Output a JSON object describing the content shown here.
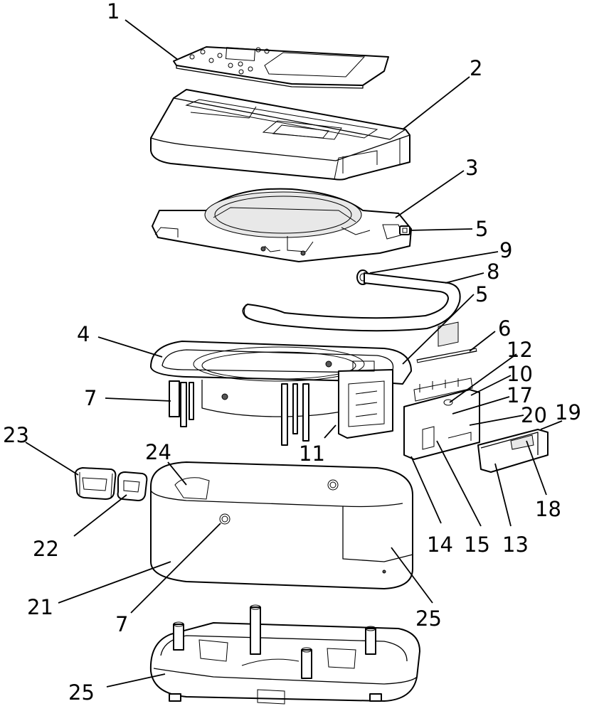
{
  "figure": {
    "background_color": "#ffffff",
    "line_color": "#000000",
    "parts": [
      {
        "id": "part-1"
      },
      {
        "id": "part-2"
      },
      {
        "id": "part-3"
      },
      {
        "id": "part-5-upper"
      },
      {
        "id": "part-9"
      },
      {
        "id": "part-8"
      },
      {
        "id": "part-4"
      },
      {
        "id": "part-6"
      },
      {
        "id": "part-10"
      },
      {
        "id": "part-13"
      },
      {
        "id": "part-23"
      },
      {
        "id": "part-22"
      },
      {
        "id": "part-21"
      },
      {
        "id": "part-25-base"
      }
    ]
  },
  "callouts": [
    {
      "id": "c1",
      "label": "1"
    },
    {
      "id": "c2",
      "label": "2"
    },
    {
      "id": "c3",
      "label": "3"
    },
    {
      "id": "c5a",
      "label": "5"
    },
    {
      "id": "c9",
      "label": "9"
    },
    {
      "id": "c8",
      "label": "8"
    },
    {
      "id": "c5b",
      "label": "5"
    },
    {
      "id": "c4",
      "label": "4"
    },
    {
      "id": "c6",
      "label": "6"
    },
    {
      "id": "c12",
      "label": "12"
    },
    {
      "id": "c10",
      "label": "10"
    },
    {
      "id": "c7a",
      "label": "7"
    },
    {
      "id": "c17",
      "label": "17"
    },
    {
      "id": "c20",
      "label": "20"
    },
    {
      "id": "c19",
      "label": "19"
    },
    {
      "id": "c11",
      "label": "11"
    },
    {
      "id": "c23",
      "label": "23"
    },
    {
      "id": "c24",
      "label": "24"
    },
    {
      "id": "c18",
      "label": "18"
    },
    {
      "id": "c22",
      "label": "22"
    },
    {
      "id": "c14",
      "label": "14"
    },
    {
      "id": "c15",
      "label": "15"
    },
    {
      "id": "c13",
      "label": "13"
    },
    {
      "id": "c21",
      "label": "21"
    },
    {
      "id": "c25a",
      "label": "25"
    },
    {
      "id": "c7b",
      "label": "7"
    },
    {
      "id": "c25b",
      "label": "25"
    }
  ]
}
